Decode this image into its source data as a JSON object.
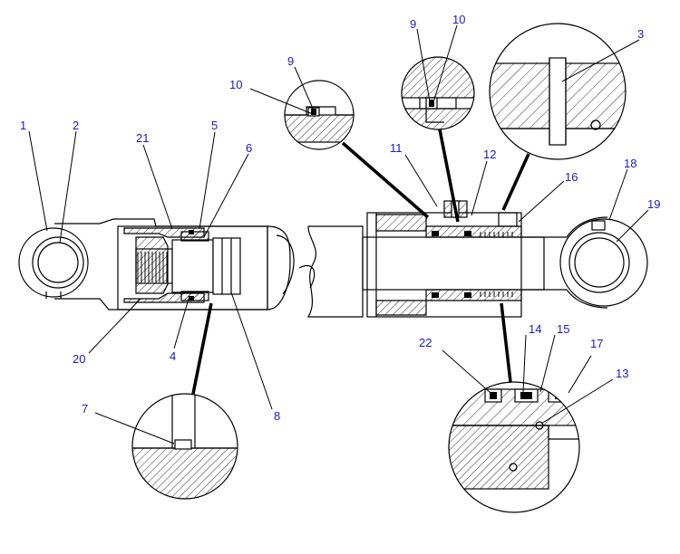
{
  "callouts": [
    {
      "id": "1",
      "text": "1"
    },
    {
      "id": "2",
      "text": "2"
    },
    {
      "id": "3",
      "text": "3"
    },
    {
      "id": "4",
      "text": "4"
    },
    {
      "id": "5",
      "text": "5"
    },
    {
      "id": "6",
      "text": "6"
    },
    {
      "id": "7",
      "text": "7"
    },
    {
      "id": "8",
      "text": "8"
    },
    {
      "id": "9a",
      "text": "9"
    },
    {
      "id": "9b",
      "text": "9"
    },
    {
      "id": "10a",
      "text": "10"
    },
    {
      "id": "10b",
      "text": "10"
    },
    {
      "id": "11",
      "text": "11"
    },
    {
      "id": "12",
      "text": "12"
    },
    {
      "id": "13",
      "text": "13"
    },
    {
      "id": "14",
      "text": "14"
    },
    {
      "id": "15",
      "text": "15"
    },
    {
      "id": "16",
      "text": "16"
    },
    {
      "id": "17",
      "text": "17"
    },
    {
      "id": "18",
      "text": "18"
    },
    {
      "id": "19",
      "text": "19"
    },
    {
      "id": "20",
      "text": "20"
    },
    {
      "id": "21",
      "text": "21"
    },
    {
      "id": "22",
      "text": "22"
    }
  ],
  "colors": {
    "callout": "#1a1acc",
    "line": "#000000",
    "background": "#ffffff"
  }
}
